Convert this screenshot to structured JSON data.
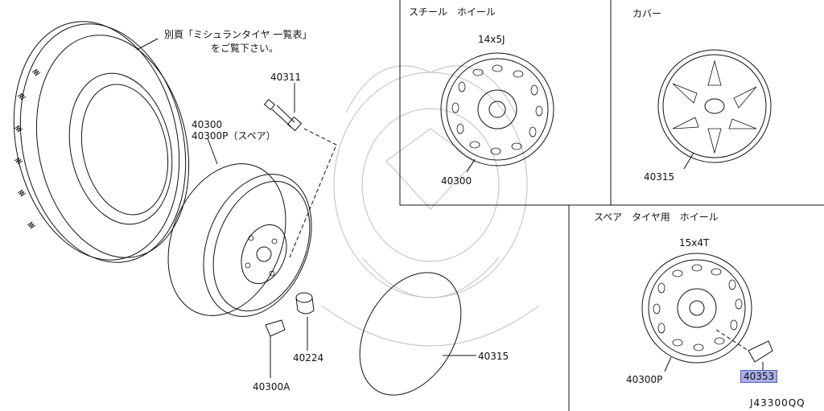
{
  "tire": {
    "note_line1": "別頁「ミシュランタイヤ 一覧表」",
    "note_line2": "をご覧下さい。"
  },
  "parts": {
    "valve": "40311",
    "wheel": "40300",
    "wheel_spare": "40300P（スペア）",
    "nut": "40224",
    "weight": "40300A",
    "cover": "40315"
  },
  "panels": {
    "steel": {
      "title": "スチール　ホイール",
      "size": "14x5J",
      "part": "40300"
    },
    "cover": {
      "title": "カバー",
      "part": "40315"
    },
    "spare": {
      "title": "スペア　タイヤ用　ホイール",
      "size": "15x4T",
      "part": "40300P",
      "extra_part": "40353"
    }
  },
  "diagram_code": "J43300QQ"
}
